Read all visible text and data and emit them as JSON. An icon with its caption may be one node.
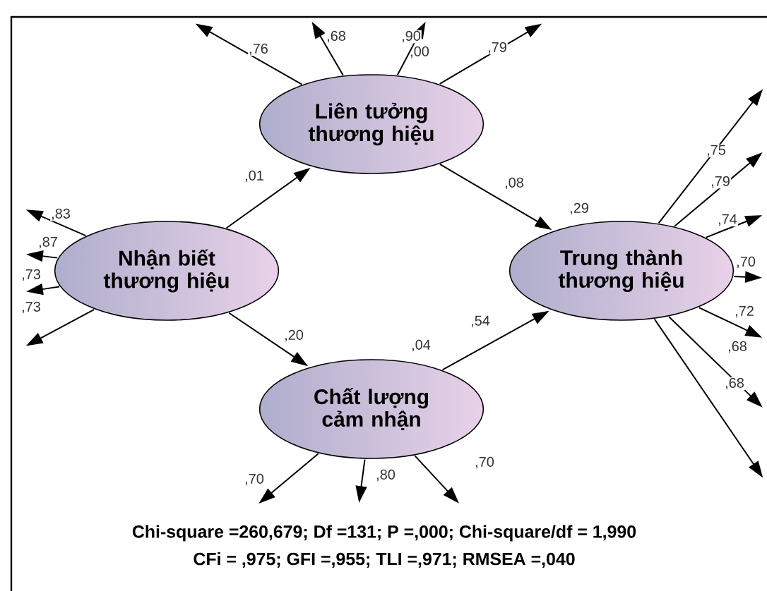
{
  "diagram": {
    "nodes": [
      {
        "text": [
          "Liên tưởng thương hiệu"
        ],
        "beside": [
          ",00"
        ]
      },
      {
        "text": [
          "Nhận biết thương hiệu"
        ]
      },
      {
        "text": [
          "Chất lượng cảm nhận"
        ],
        "beside": [
          ",04"
        ]
      },
      {
        "text": [
          "Trung thành thương hiệu"
        ],
        "beside": [
          ",29"
        ]
      }
    ],
    "edges": [
      {
        "from": 1,
        "to": 0,
        "arrow": "to",
        "label": ",01"
      },
      {
        "from": 1,
        "to": 2,
        "arrow": "to",
        "label": ",20"
      },
      {
        "from": 0,
        "to": 3,
        "arrow": "to",
        "label": ",08"
      },
      {
        "from": 2,
        "to": 3,
        "arrow": "to",
        "label": ",54"
      },
      {
        "from": 0,
        "to": null,
        "arrow": "to",
        "label": ",76"
      },
      {
        "from": 0,
        "to": null,
        "arrow": "to",
        "label": ",68"
      },
      {
        "from": 0,
        "to": null,
        "arrow": "to",
        "label": ",90"
      },
      {
        "from": 0,
        "to": null,
        "arrow": "to",
        "label": ",79"
      },
      {
        "from": 1,
        "to": null,
        "arrow": "to",
        "label": ",83"
      },
      {
        "from": 1,
        "to": null,
        "arrow": "to",
        "label": ",87"
      },
      {
        "from": 1,
        "to": null,
        "arrow": "to",
        "label": ",73"
      },
      {
        "from": 1,
        "to": null,
        "arrow": "to",
        "label": ",73"
      },
      {
        "from": 2,
        "to": null,
        "arrow": "to",
        "label": ",70"
      },
      {
        "from": 2,
        "to": null,
        "arrow": "to",
        "label": ",80"
      },
      {
        "from": 2,
        "to": null,
        "arrow": "to",
        "label": ",70"
      },
      {
        "from": 3,
        "to": null,
        "arrow": "to",
        "label": ",75"
      },
      {
        "from": 3,
        "to": null,
        "arrow": "to",
        "label": ",79"
      },
      {
        "from": 3,
        "to": null,
        "arrow": "to",
        "label": ",74"
      },
      {
        "from": 3,
        "to": null,
        "arrow": "to",
        "label": ",70"
      },
      {
        "from": 3,
        "to": null,
        "arrow": "to",
        "label": ",72"
      },
      {
        "from": 3,
        "to": null,
        "arrow": "to",
        "label": ",68"
      },
      {
        "from": 3,
        "to": null,
        "arrow": "to",
        "label": ",68"
      }
    ],
    "labels": [
      "Chi-square =260,679; Df =131; P =,000; Chi-square/df = 1,990",
      "CFi = ,975; GFI =,955; TLI =,971; RMSEA =,040"
    ]
  }
}
